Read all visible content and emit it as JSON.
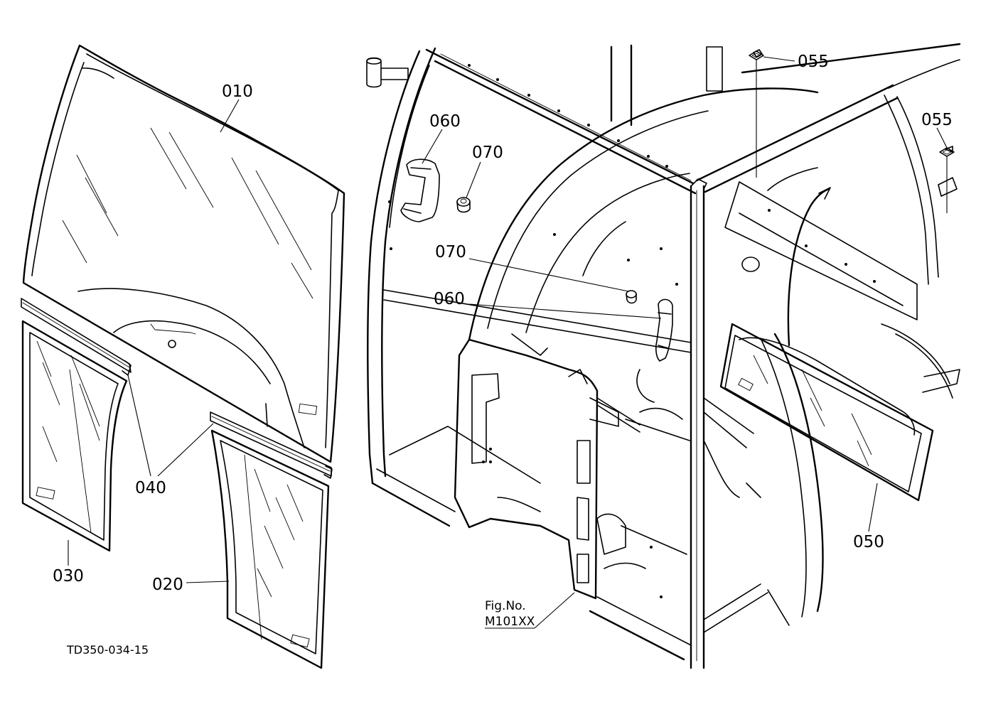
{
  "callouts": {
    "c010": "010",
    "c020": "020",
    "c030": "030",
    "c040": "040",
    "c050": "050",
    "c055a": "055",
    "c055b": "055",
    "c060a": "060",
    "c060b": "060",
    "c070a": "070",
    "c070b": "070"
  },
  "figure_ref": {
    "line1": "Fig.No.",
    "line2": "M101XX"
  },
  "drawing_code": "TD350-034-15"
}
